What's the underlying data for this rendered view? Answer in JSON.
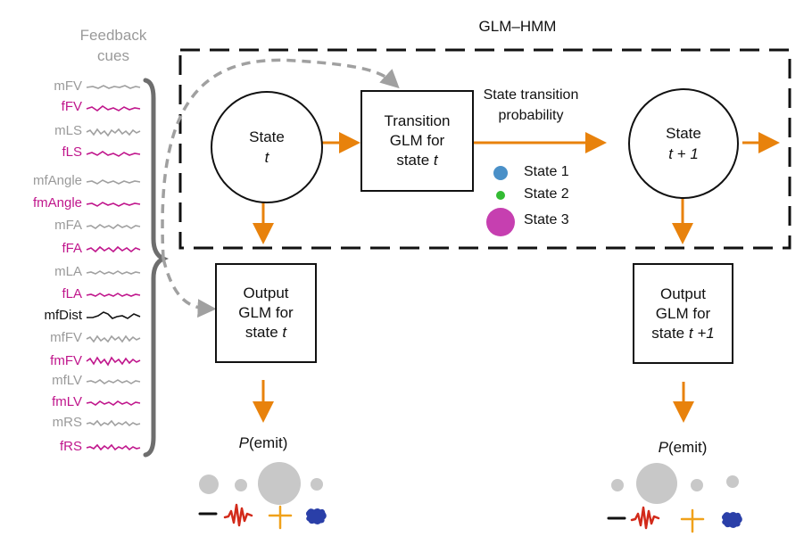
{
  "title": "GLM–HMM",
  "feedback": {
    "line1": "Feedback",
    "line2": "cues"
  },
  "cues": [
    {
      "label": "mFV",
      "color": "gray"
    },
    {
      "label": "fFV",
      "color": "magenta"
    },
    {
      "label": "mLS",
      "color": "gray"
    },
    {
      "label": "fLS",
      "color": "magenta"
    },
    {
      "label": "mfAngle",
      "color": "gray"
    },
    {
      "label": "fmAngle",
      "color": "magenta"
    },
    {
      "label": "mFA",
      "color": "gray"
    },
    {
      "label": "fFA",
      "color": "magenta"
    },
    {
      "label": "mLA",
      "color": "gray"
    },
    {
      "label": "fLA",
      "color": "magenta"
    },
    {
      "label": "mfDist",
      "color": "black"
    },
    {
      "label": "mfFV",
      "color": "gray"
    },
    {
      "label": "fmFV",
      "color": "magenta"
    },
    {
      "label": "mfLV",
      "color": "gray"
    },
    {
      "label": "fmLV",
      "color": "magenta"
    },
    {
      "label": "mRS",
      "color": "gray"
    },
    {
      "label": "fRS",
      "color": "magenta"
    }
  ],
  "state_t": {
    "line1": "State",
    "line2": "t"
  },
  "state_t1": {
    "line1": "State",
    "line2": "t + 1"
  },
  "transition_glm": {
    "line1": "Transition",
    "line2": "GLM for",
    "line3_prefix": "state ",
    "line3_var": "t"
  },
  "transition_prob": {
    "line1": "State transition",
    "line2": "probability"
  },
  "legend": [
    {
      "label": "State 1",
      "color": "#4a90c8"
    },
    {
      "label": "State 2",
      "color": "#33bb33"
    },
    {
      "label": "State 3",
      "color": "#c63fb0"
    }
  ],
  "output_t": {
    "line1": "Output",
    "line2": "GLM for",
    "line3_prefix": "state ",
    "line3_var": "t"
  },
  "output_t1": {
    "line1": "Output",
    "line2": "GLM for",
    "line3_prefix": "state ",
    "line3_var": "t +1"
  },
  "emit_left": {
    "var": "P",
    "rest": "(emit)"
  },
  "emit_right": {
    "var": "P",
    "rest": "(emit)"
  },
  "colors": {
    "arrow": "#e8820c",
    "dashed_gray": "#a0a0a0",
    "gray_text": "#9a9a9a",
    "magenta": "#c0168c",
    "emit_circle": "#c8c8c8",
    "song_red": "#d22a1a",
    "song_orange": "#f0a11a",
    "song_blue": "#2a3fa8"
  }
}
